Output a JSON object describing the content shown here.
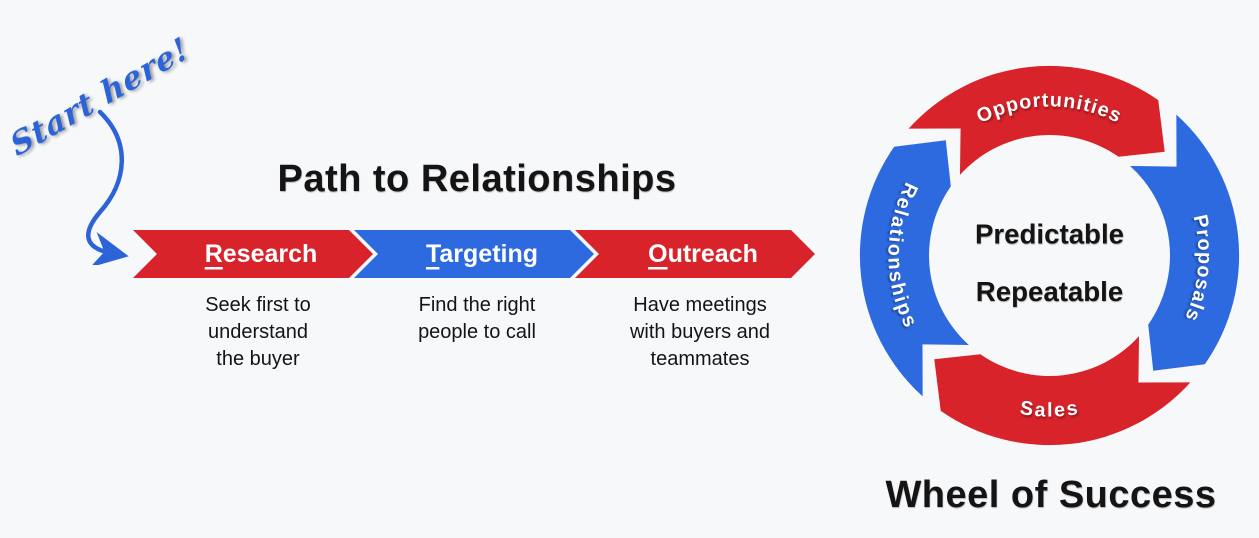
{
  "canvas": {
    "background": "#f7f8fa"
  },
  "annotation": {
    "label": "Start here!",
    "color": "#2c64d8"
  },
  "path_diagram": {
    "title": "Path to Relationships",
    "steps": [
      {
        "label": "Research",
        "initial": "R",
        "rest": "esearch",
        "color": "#d8232a",
        "description": "Seek first to\nunderstand\nthe buyer"
      },
      {
        "label": "Targeting",
        "initial": "T",
        "rest": "argeting",
        "color": "#2d6ae0",
        "description": "Find the right\npeople to call"
      },
      {
        "label": "Outreach",
        "initial": "O",
        "rest": "utreach",
        "color": "#d8232a",
        "description": "Have meetings\nwith buyers and\nteammates"
      }
    ]
  },
  "wheel": {
    "title": "Wheel of Success",
    "center": {
      "line1": "Predictable",
      "line2": "Repeatable"
    },
    "segments": [
      {
        "label": "Opportunities",
        "position": "top",
        "color": "#d8232a"
      },
      {
        "label": "Proposals",
        "position": "right",
        "color": "#2d6ae0"
      },
      {
        "label": "Sales",
        "position": "bottom",
        "color": "#d8232a"
      },
      {
        "label": "Relationships",
        "position": "left",
        "color": "#2d6ae0"
      }
    ]
  },
  "colors": {
    "red": "#d8232a",
    "blue": "#2d6ae0",
    "ink": "#141414"
  }
}
